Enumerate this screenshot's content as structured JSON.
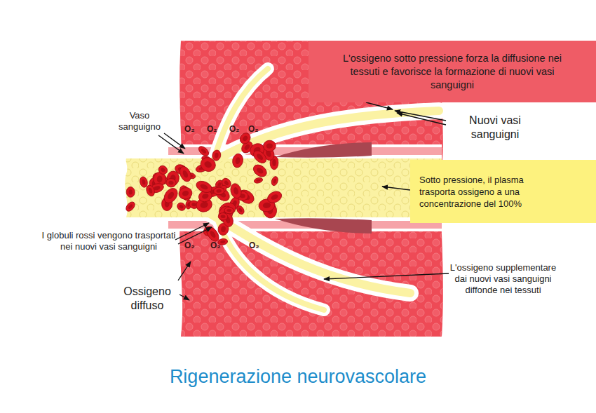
{
  "diagram": {
    "title": "Rigenerazione neurovascolare",
    "nodes": [
      {
        "text": [
          "L'ossigeno sotto pressione forza la diffusione nei tessuti e favorisce la formazione di nuovi vasi sanguigni"
        ]
      },
      {
        "text": [
          "Sotto pressione, il plasma trasporta ossigeno a una concentrazione del 100%"
        ]
      }
    ],
    "labels": [
      "Vaso sanguigno",
      "Nuovi vasi sanguigni",
      "I globuli rossi vengono trasportati nei nuovi vasi sanguigni",
      "Ossigeno diffuso",
      "L'ossigeno supplementare dai nuovi vasi sanguigni diffonde nei tessuti",
      "O₂",
      "O₂",
      "O₂",
      "O₂",
      "O₂",
      "O₂",
      "O₂"
    ]
  }
}
